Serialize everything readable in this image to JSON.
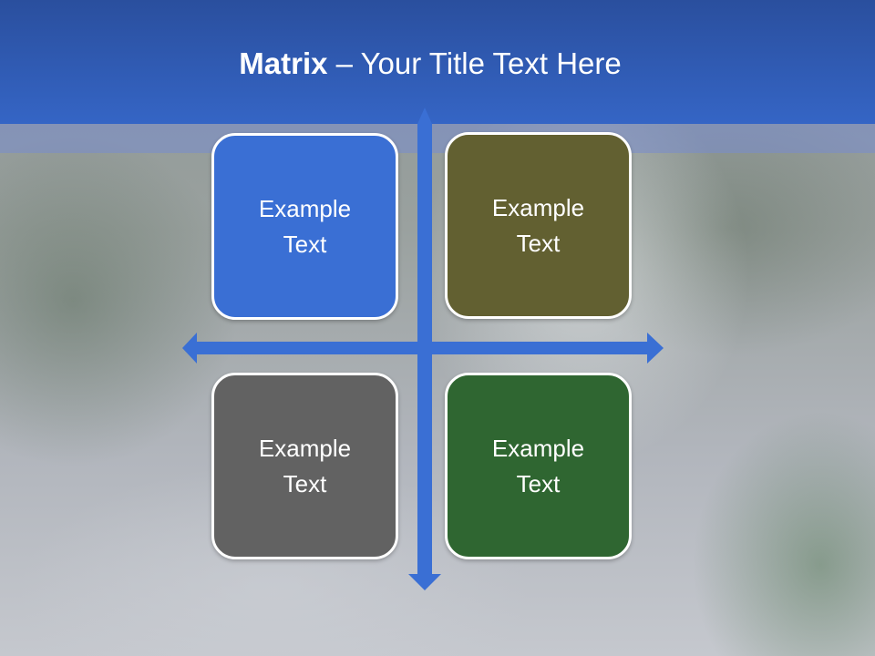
{
  "title": {
    "bold": "Matrix",
    "rest": " – Your Title Text Here"
  },
  "quadrants": [
    {
      "label": "Example Text",
      "color": "#3a6fd4"
    },
    {
      "label": "Example Text",
      "color": "#626031"
    },
    {
      "label": "Example Text",
      "color": "#626262"
    },
    {
      "label": "Example Text",
      "color": "#2f6631"
    }
  ],
  "colors": {
    "header": "#3565c5",
    "axis": "#3a6fd4",
    "box_border": "#ffffff"
  }
}
